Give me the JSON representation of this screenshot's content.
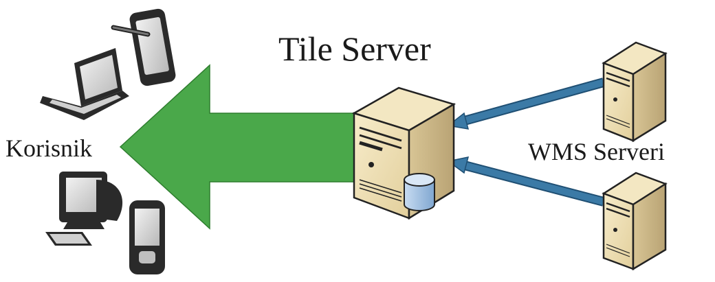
{
  "labels": {
    "tile_server": "Tile Server",
    "user": "Korisnik",
    "wms_servers": "WMS Serveri"
  },
  "colors": {
    "main_arrow": "#4aa84a",
    "wms_arrow": "#3b7aa6",
    "server_body": "#efe1b8",
    "server_side": "#cdb98c",
    "database": "#a9c6e6",
    "device_body": "#2a2a2a",
    "device_screen": "#d6d6d6"
  },
  "icons": {
    "user_devices": [
      "tablet-icon",
      "laptop-icon",
      "desktop-computer-icon",
      "pda-icon"
    ],
    "tile_server": [
      "server-tower-icon",
      "database-icon"
    ],
    "wms_servers": [
      "server-tower-icon",
      "server-tower-icon"
    ]
  }
}
